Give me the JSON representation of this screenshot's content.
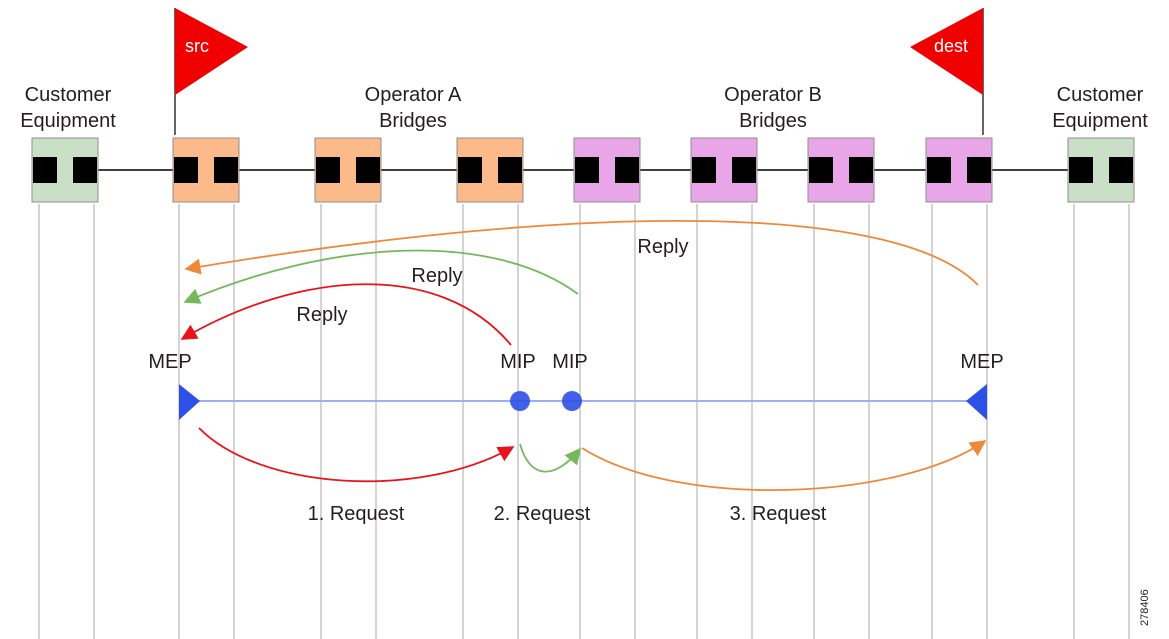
{
  "colors": {
    "customer": "#c9e0c7",
    "operator_a": "#fcb98a",
    "operator_b": "#e8a5e8",
    "port": "#000000",
    "link": "#000000",
    "vline": "#b7b7b7",
    "path": "#9ab0f0",
    "endpoint": "#2d50e6",
    "flag": "#f00000",
    "step1": "#e8131b",
    "step2": "#74b85c",
    "step3": "#f0883a"
  },
  "labels": {
    "customer_left": [
      "Customer",
      "Equipment"
    ],
    "customer_right": [
      "Customer",
      "Equipment"
    ],
    "operator_a": [
      "Operator A",
      "Bridges"
    ],
    "operator_b": [
      "Operator B",
      "Bridges"
    ],
    "flag_src": "src",
    "flag_dest": "dest",
    "mep_left": "MEP",
    "mip_1": "MIP",
    "mip_2": "MIP",
    "mep_right": "MEP",
    "reply_1": "Reply",
    "reply_2": "Reply",
    "reply_3": "Reply",
    "request_1": "1. Request",
    "request_2": "2. Request",
    "request_3": "3. Request",
    "figure_id": "278406"
  },
  "devices": [
    {
      "group": "customer"
    },
    {
      "group": "operator_a"
    },
    {
      "group": "operator_a"
    },
    {
      "group": "operator_a"
    },
    {
      "group": "operator_b"
    },
    {
      "group": "operator_b"
    },
    {
      "group": "operator_b"
    },
    {
      "group": "operator_b"
    },
    {
      "group": "customer"
    }
  ]
}
